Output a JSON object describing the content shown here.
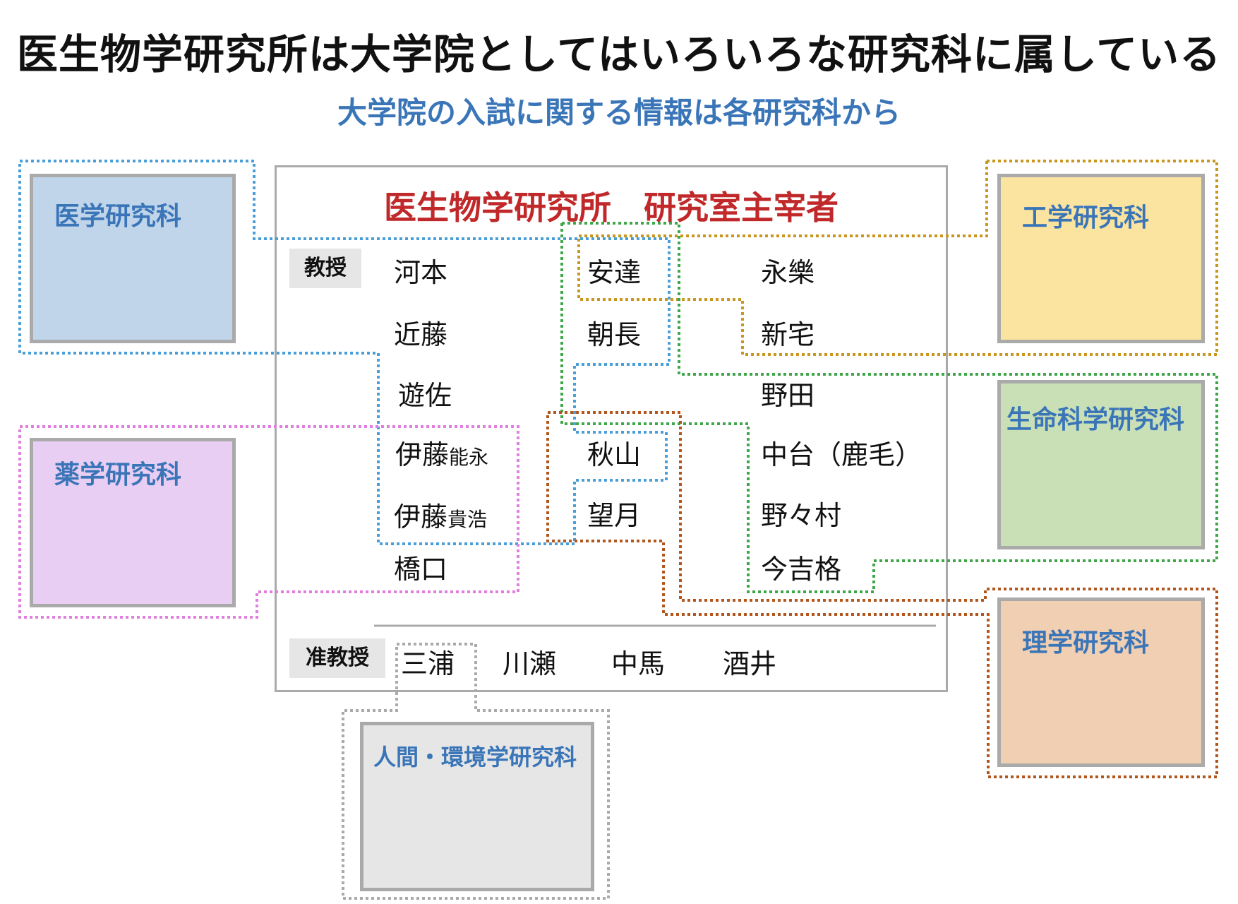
{
  "title": "医生物学研究所は大学院としてはいろいろな研究科に属している",
  "subtitle": "大学院の入試に関する情報は各研究科から",
  "main": {
    "heading": "医生物学研究所　研究室主宰者",
    "professor_label": "教授",
    "associate_label": "准教授",
    "professors": {
      "col1": [
        "河本",
        "近藤",
        "遊佐",
        "伊藤",
        "伊藤",
        "橋口"
      ],
      "ito1_given": "能永",
      "ito2_given": "貴浩",
      "col2": [
        "安達",
        "朝長",
        "秋山",
        "望月"
      ],
      "col3": [
        "永樂",
        "新宅",
        "野田",
        "中台（鹿毛）",
        "野々村",
        "今吉格"
      ]
    },
    "associates": [
      "三浦",
      "川瀬",
      "中馬",
      "酒井"
    ]
  },
  "departments": {
    "medicine": {
      "label": "医学研究科",
      "fill": "#c0d4ea",
      "line": "#4a9fd8"
    },
    "pharma": {
      "label": "薬学研究科",
      "fill": "#e9cef4",
      "line": "#e07fe0"
    },
    "engineering": {
      "label": "工学研究科",
      "fill": "#fbe3a0",
      "line": "#c9961f"
    },
    "lifescience": {
      "label": "生命科学研究科",
      "fill": "#c9dfb5",
      "line": "#3fa64a"
    },
    "science": {
      "label": "理学研究科",
      "fill": "#f0cfb3",
      "line": "#b3561e"
    },
    "human_env": {
      "label": "人間・環境学研究科",
      "fill": "#e6e6e6",
      "line": "#aaaaaa"
    }
  },
  "colors": {
    "title": "#111111",
    "subtitle": "#3a75b8",
    "heading": "#c0282a",
    "box_border": "#aaaaaa"
  }
}
